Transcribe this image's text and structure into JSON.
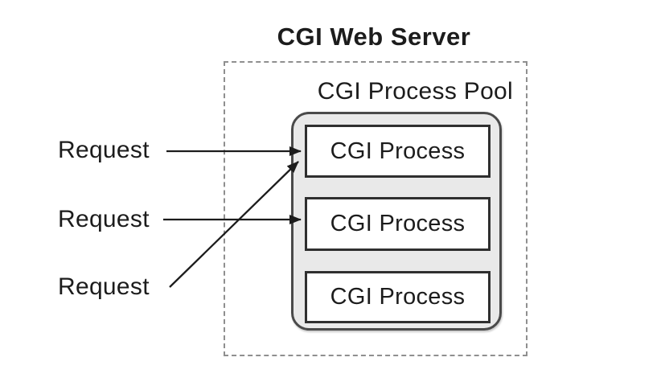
{
  "diagram": {
    "title": "CGI Web Server",
    "server": {
      "pool": {
        "label": "CGI Process Pool",
        "processes": [
          {
            "label": "CGI Process"
          },
          {
            "label": "CGI Process"
          },
          {
            "label": "CGI Process"
          }
        ]
      }
    },
    "requests": [
      {
        "label": "Request",
        "target": "CGI Process 1"
      },
      {
        "label": "Request",
        "target": "CGI Process 2"
      },
      {
        "label": "Request",
        "target": "CGI Process 1"
      }
    ],
    "colors": {
      "text": "#1c1c1c",
      "arrow": "#1c1c1c",
      "pool_fill": "#e9e9e9",
      "pool_border": "#4a4a4a",
      "box_fill": "#ffffff",
      "box_border": "#2f2f2f",
      "dashed_border": "#8f8f8f",
      "background": "#ffffff"
    }
  }
}
